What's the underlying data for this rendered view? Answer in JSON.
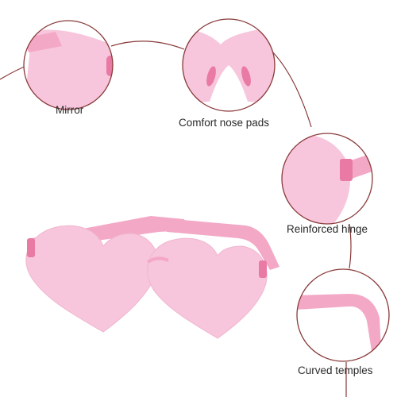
{
  "callouts": {
    "mirror": "Mirror",
    "nose_pads": "Comfort nose pads",
    "hinge": "Reinforced hinge",
    "temples": "Curved temples"
  },
  "colors": {
    "lens_pink": "#f7c6dc",
    "frame_pink": "#f3a8c6",
    "accent_pink": "#e87aa4",
    "circle_stroke": "#8a3a3a",
    "background": "#ffffff"
  }
}
